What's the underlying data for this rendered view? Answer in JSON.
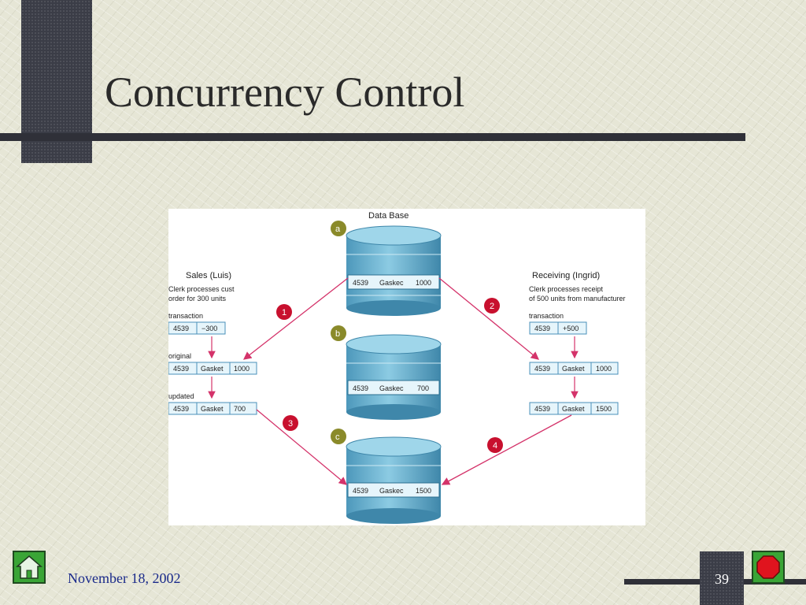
{
  "slide": {
    "title": "Concurrency Control",
    "date": "November 18, 2002",
    "page_number": "39"
  },
  "figure": {
    "heading": "Data Base",
    "steps": {
      "a": "a",
      "b": "b",
      "c": "c",
      "s1": "1",
      "s2": "2",
      "s3": "3",
      "s4": "4"
    },
    "databases": {
      "a": {
        "id": "4539",
        "item": "Gaskec",
        "qty": "1000"
      },
      "b": {
        "id": "4539",
        "item": "Gaskec",
        "qty": "700"
      },
      "c": {
        "id": "4539",
        "item": "Gaskec",
        "qty": "1500"
      }
    },
    "sales": {
      "title": "Sales (Luis)",
      "desc_line1": "Clerk processes cust",
      "desc_line2": "order for 300 units",
      "transaction_label": "transaction",
      "transaction": {
        "id": "4539",
        "value": "−300"
      },
      "original_label": "original",
      "original": {
        "id": "4539",
        "item": "Gasket",
        "qty": "1000"
      },
      "updated_label": "updated",
      "updated": {
        "id": "4539",
        "item": "Gasket",
        "qty": "700"
      }
    },
    "receiving": {
      "title": "Receiving (Ingrid)",
      "desc_line1": "Clerk processes receipt",
      "desc_line2": "of 500 units from manufacturer",
      "transaction_label": "transaction",
      "transaction": {
        "id": "4539",
        "value": "+500"
      },
      "original": {
        "id": "4539",
        "item": "Gasket",
        "qty": "1000"
      },
      "updated": {
        "id": "4539",
        "item": "Gasket",
        "qty": "1500"
      }
    }
  },
  "icons": {
    "home": "home-icon",
    "stop": "stop-icon"
  },
  "colors": {
    "cylinder": "#5aa9c9",
    "arrow": "#d4336a",
    "step_red": "#c8102e",
    "step_olive": "#8a8a2a"
  }
}
